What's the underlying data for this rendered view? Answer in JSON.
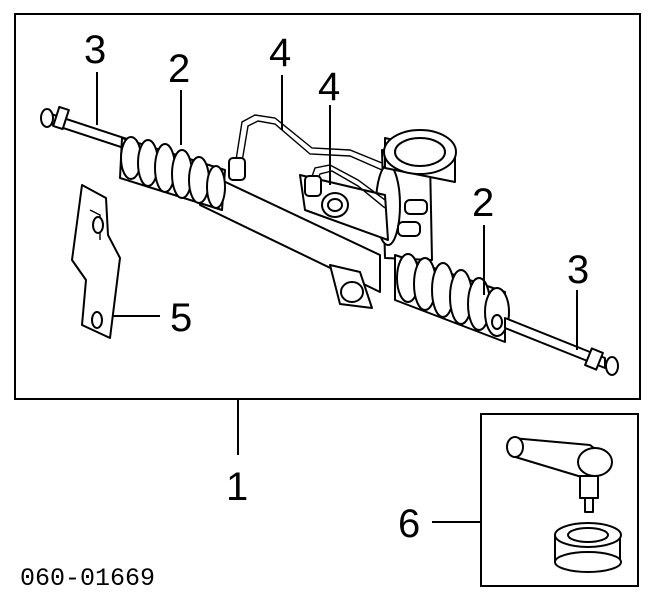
{
  "callouts": {
    "rack_assembly": "1",
    "boot_left": "2",
    "boot_right": "2",
    "tie_rod_left": "3",
    "tie_rod_right": "3",
    "tube_upper": "4",
    "tube_lower": "4",
    "bracket": "5",
    "tie_rod_end": "6"
  },
  "diagram_code": "060-01669"
}
